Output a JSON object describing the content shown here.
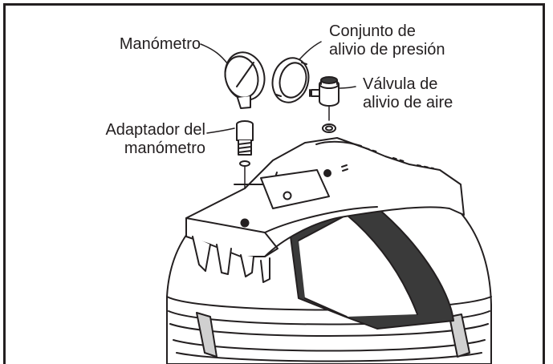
{
  "labels": {
    "gauge": "Manómetro",
    "relief_assembly": [
      "Conjunto de",
      "alivio de presión"
    ],
    "air_valve": [
      "Válvula de",
      "alivio de aire"
    ],
    "gauge_adapter": [
      "Adaptador del",
      "manómetro"
    ]
  },
  "colors": {
    "line": "#231f20",
    "shade": "#3a3a3a",
    "fill": "#ffffff"
  }
}
